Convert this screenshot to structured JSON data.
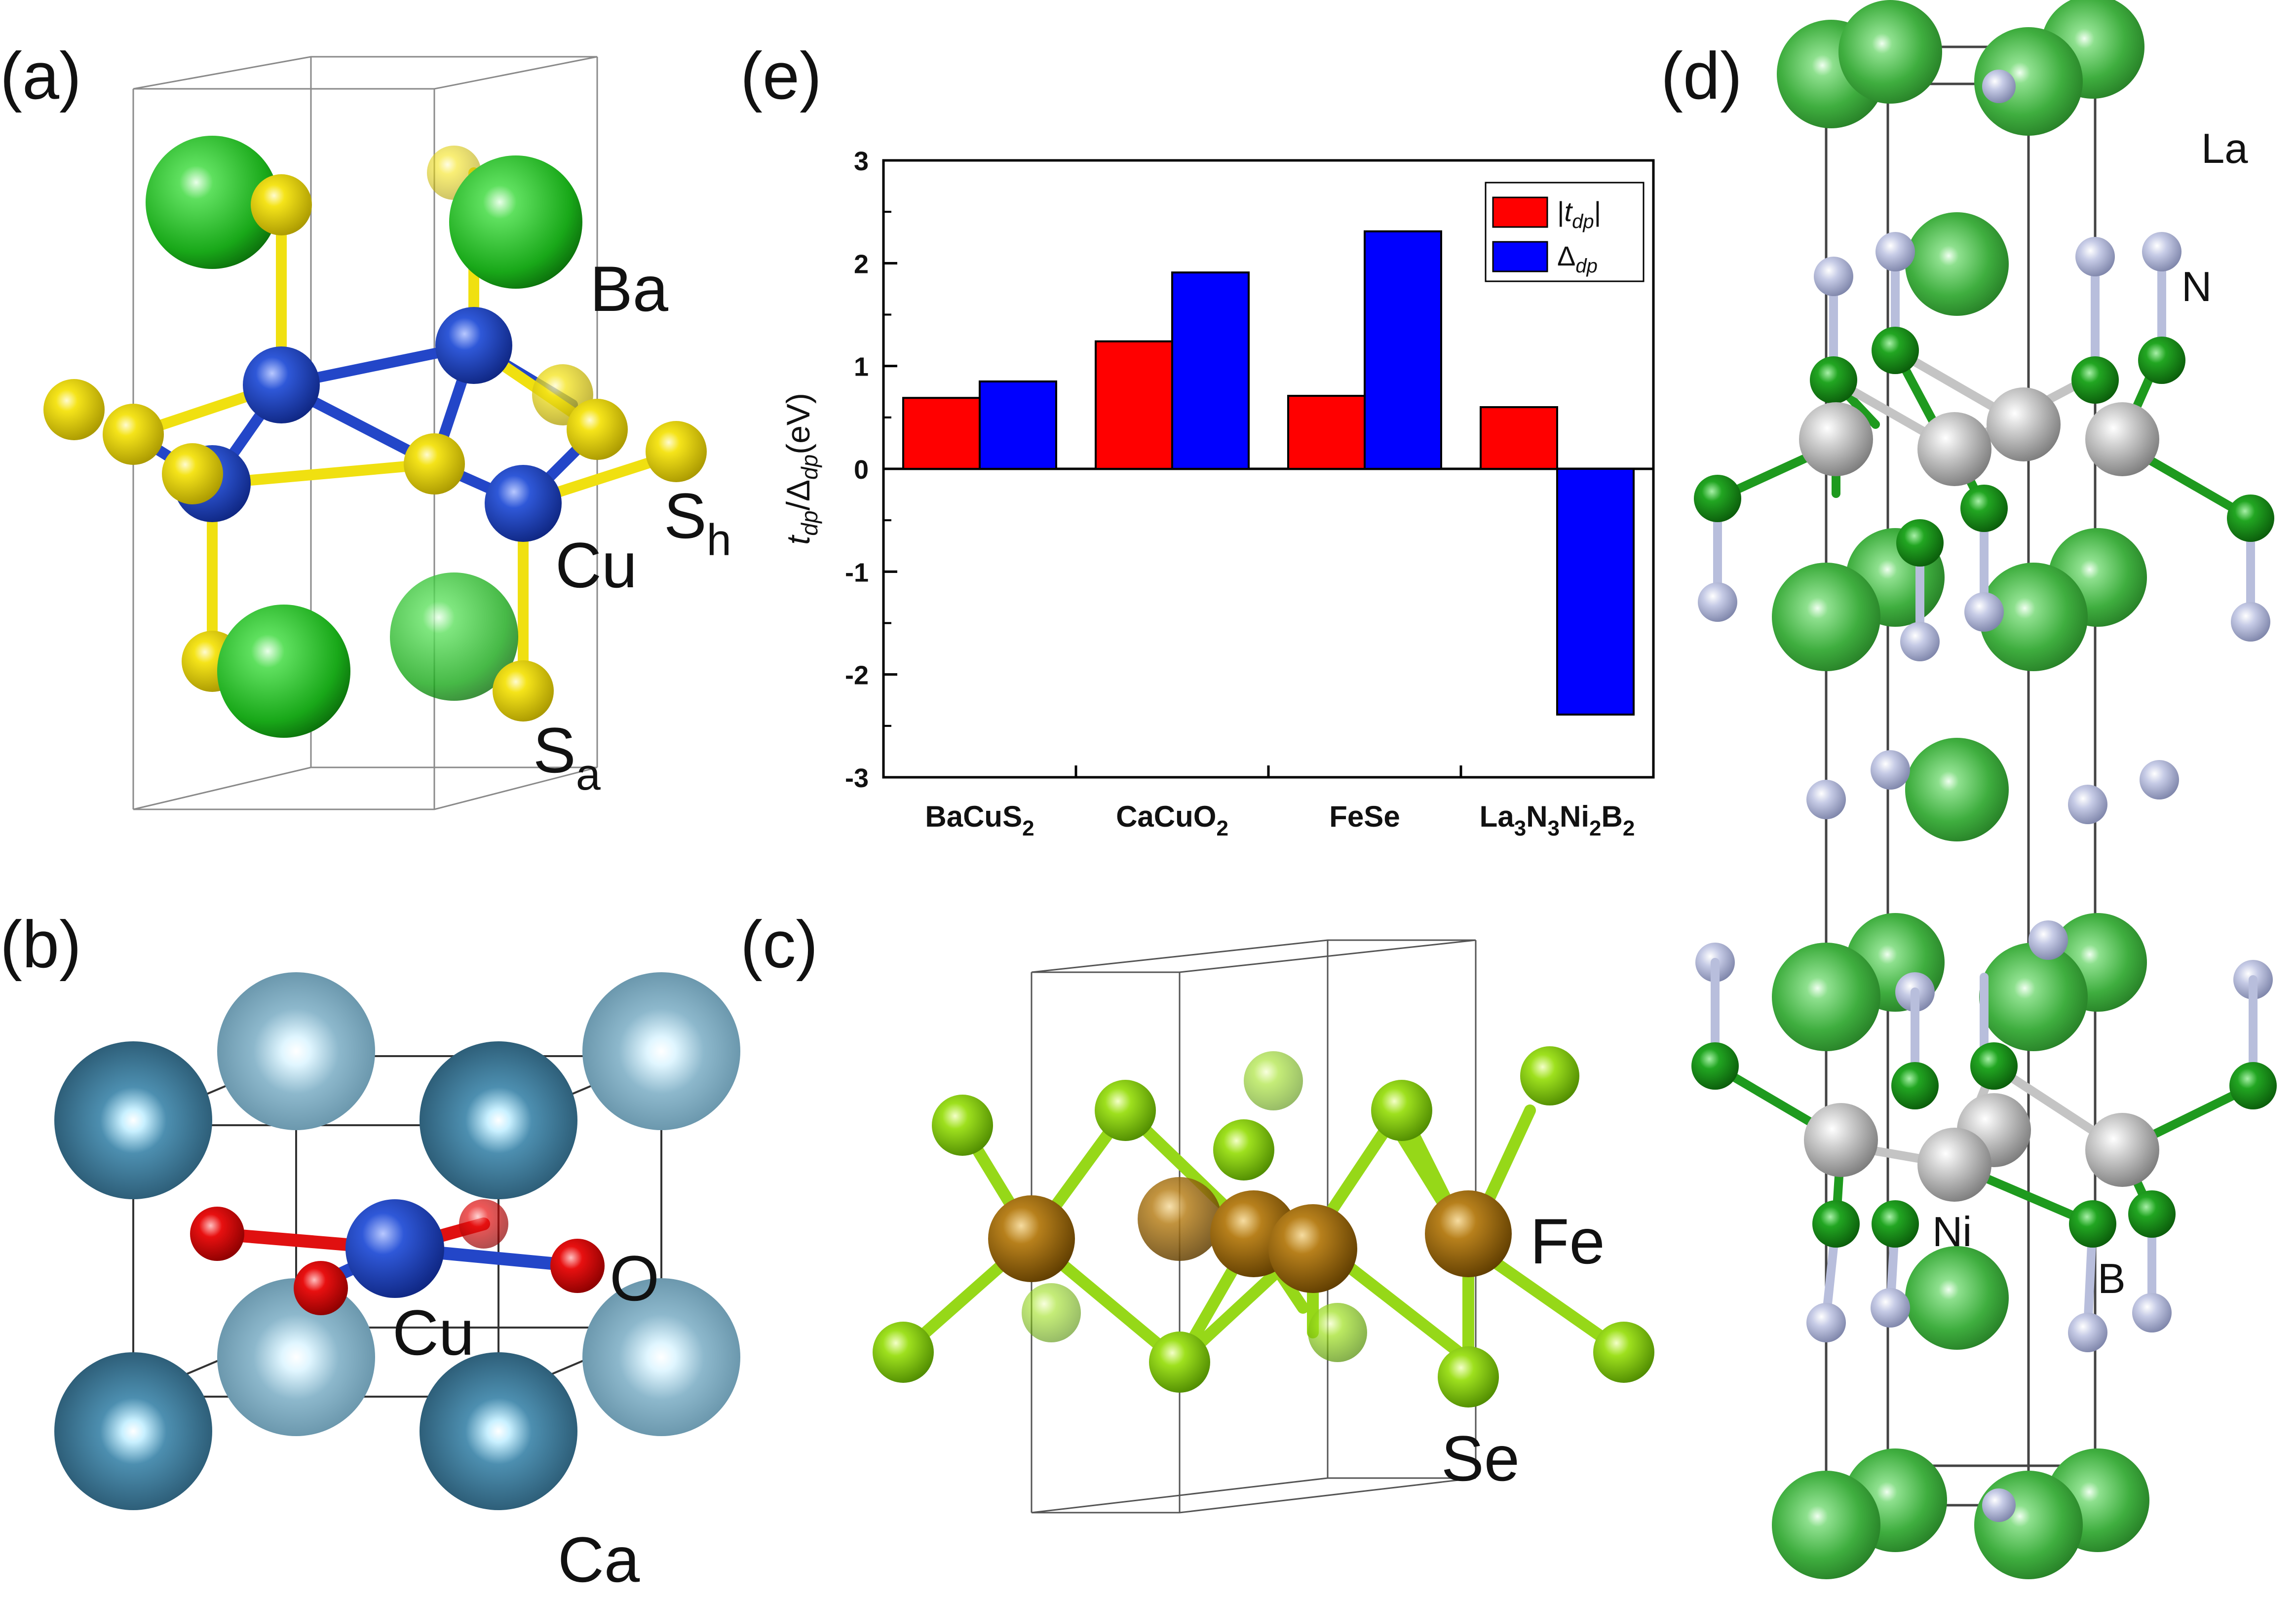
{
  "panels": {
    "a": {
      "label": "(a)",
      "atoms": {
        "ba": "Ba",
        "cu": "Cu",
        "sh_main": "S",
        "sh_sub": "h",
        "sa_main": "S",
        "sa_sub": "a"
      }
    },
    "b": {
      "label": "(b)",
      "atoms": {
        "cu": "Cu",
        "o": "O",
        "ca": "Ca"
      }
    },
    "c": {
      "label": "(c)",
      "atoms": {
        "fe": "Fe",
        "se": "Se"
      }
    },
    "d": {
      "label": "(d)",
      "atoms": {
        "la": "La",
        "n": "N",
        "ni": "Ni",
        "b": "B"
      }
    },
    "e": {
      "label": "(e)"
    }
  },
  "colors": {
    "ba": "#2fc42f",
    "s": "#f0e010",
    "cu": "#2346c8",
    "ca": "#3f7fa0",
    "o": "#e01010",
    "fe": "#b07a18",
    "se": "#96d818",
    "la": "#44b544",
    "n": "#b8bedc",
    "ni": "#c4c4c4",
    "b": "#1e9a1e",
    "bar_tdp": "#ff0000",
    "bar_delta": "#0000ff"
  },
  "chart_data": {
    "type": "bar",
    "categories": [
      "BaCuS2",
      "CaCuO2",
      "FeSe",
      "La3N3Ni2B2"
    ],
    "category_parts": [
      [
        [
          "BaCuS",
          "n"
        ],
        [
          "2",
          "sub"
        ]
      ],
      [
        [
          "CaCuO",
          "n"
        ],
        [
          "2",
          "sub"
        ]
      ],
      [
        [
          "FeSe",
          "n"
        ]
      ],
      [
        [
          "La",
          "n"
        ],
        [
          "3",
          "sub"
        ],
        [
          "N",
          "n"
        ],
        [
          "3",
          "sub"
        ],
        [
          "Ni",
          "n"
        ],
        [
          "2",
          "sub"
        ],
        [
          "B",
          "n"
        ],
        [
          "2",
          "sub"
        ]
      ]
    ],
    "series": [
      {
        "name": "|tdp|",
        "values": [
          0.69,
          1.24,
          0.71,
          0.6
        ],
        "color": "#ff0000"
      },
      {
        "name": "Δdp",
        "values": [
          0.85,
          1.91,
          2.31,
          -2.39
        ],
        "color": "#0000ff"
      }
    ],
    "ylabel": "tdp/Δdp(eV)",
    "ylim": [
      -3,
      3
    ],
    "yticks": [
      -3,
      -2,
      -1,
      0,
      1,
      2,
      3
    ],
    "legend_position": "top-right",
    "grid": false
  }
}
